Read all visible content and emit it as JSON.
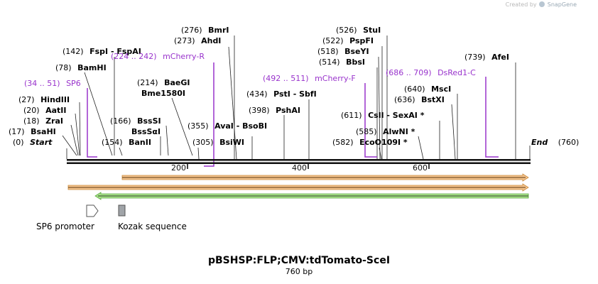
{
  "app": {
    "created_by": "Created by",
    "brand": "SnapGene"
  },
  "map": {
    "title": "pBSHSP:FLP;CMV:tdTomato-SceI",
    "length_label": "760 bp",
    "start_label": "Start",
    "start_pos": "(0)",
    "end_label": "End",
    "end_pos": "(760)",
    "ruler_ticks": [
      "200",
      "400",
      "600"
    ]
  },
  "sites": [
    {
      "pos": "(0)",
      "name": "Start",
      "italic": true
    },
    {
      "pos": "(17)",
      "name": "BsaHI"
    },
    {
      "pos": "(18)",
      "name": "ZraI"
    },
    {
      "pos": "(20)",
      "name": "AatII"
    },
    {
      "pos": "(27)",
      "name": "HindIII"
    },
    {
      "pos": "(78)",
      "name": "BamHI"
    },
    {
      "pos": "(142)",
      "name": "FspI - FspAI"
    },
    {
      "pos": "(154)",
      "name": "BanII"
    },
    {
      "pos": "",
      "name": "BssSαI"
    },
    {
      "pos": "(166)",
      "name": "BssSI"
    },
    {
      "pos": "",
      "name": "Bme1580I"
    },
    {
      "pos": "(214)",
      "name": "BaeGI"
    },
    {
      "pos": "(273)",
      "name": "AhdI"
    },
    {
      "pos": "(276)",
      "name": "BmrI"
    },
    {
      "pos": "(305)",
      "name": "BsiWI"
    },
    {
      "pos": "(355)",
      "name": "AvaI - BsoBI"
    },
    {
      "pos": "(398)",
      "name": "PshAI"
    },
    {
      "pos": "(434)",
      "name": "PstI - SbfI"
    },
    {
      "pos": "(514)",
      "name": "BbsI"
    },
    {
      "pos": "(518)",
      "name": "BseYI"
    },
    {
      "pos": "(522)",
      "name": "PspFI"
    },
    {
      "pos": "(526)",
      "name": "StuI"
    },
    {
      "pos": "(582)",
      "name": "EcoO109I *"
    },
    {
      "pos": "(585)",
      "name": "AlwNI *"
    },
    {
      "pos": "(611)",
      "name": "CslI - SexAI *"
    },
    {
      "pos": "(636)",
      "name": "BstXI"
    },
    {
      "pos": "(640)",
      "name": "MscI"
    },
    {
      "pos": "(739)",
      "name": "AfeI"
    }
  ],
  "primers": [
    {
      "range": "(34 .. 51)",
      "name": "SP6"
    },
    {
      "range": "(224 .. 242)",
      "name": "mCherry-R"
    },
    {
      "range": "(492 .. 511)",
      "name": "mCherry-F"
    },
    {
      "range": "(686 .. 709)",
      "name": "DsRed1-C"
    }
  ],
  "features": [
    {
      "name": "SP6 promoter",
      "icon": "promoter-arrow-icon"
    },
    {
      "name": "Kozak sequence",
      "icon": "kozak-box-icon"
    }
  ],
  "colors": {
    "primer": "#9933cc",
    "orange_fill": "#f5c38d",
    "orange_edge": "#c98a3c",
    "green_fill": "#a9e28c",
    "green_edge": "#5aa93c",
    "kozak": "#a0a4a8"
  }
}
